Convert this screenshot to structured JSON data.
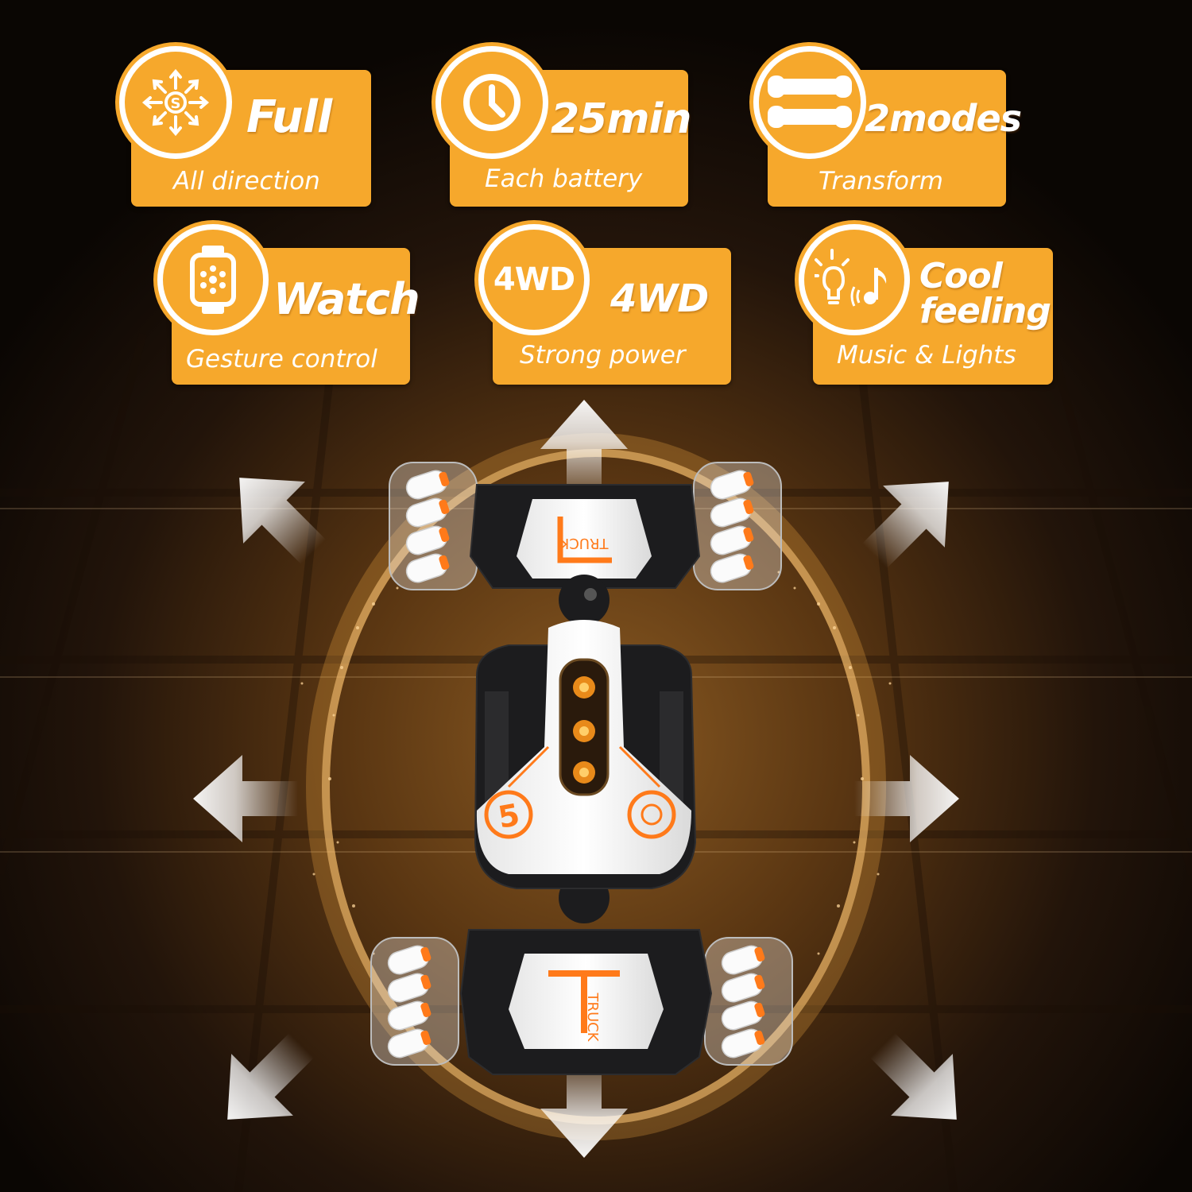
{
  "colors": {
    "badge_orange": "#f6a82c",
    "accent_orange": "#ff7a1a",
    "car_body_white": "#f4f4f4",
    "car_body_dark": "#1c1c1e",
    "background": "#0d0804",
    "glow": "#ffb347"
  },
  "features": [
    {
      "icon": "all-direction-icon",
      "title": "Full",
      "subtitle": "All direction"
    },
    {
      "icon": "clock-icon",
      "title": "25min",
      "subtitle": "Each battery"
    },
    {
      "icon": "transform-modes-icon",
      "title": "2modes",
      "subtitle": "Transform"
    },
    {
      "icon": "smartwatch-icon",
      "title": "Watch",
      "subtitle": "Gesture control"
    },
    {
      "icon_text": "4WD",
      "title": "4WD",
      "subtitle": "Strong power"
    },
    {
      "icon": "light-music-icon",
      "title_line1": "Cool",
      "title_line2": "feeling",
      "subtitle": "Music & Lights"
    }
  ],
  "product": {
    "image": "rc-stunt-car-top-view",
    "body_marking": "5"
  },
  "direction_arrows": [
    "up",
    "down",
    "left",
    "right",
    "up-left",
    "up-right",
    "down-left",
    "down-right"
  ]
}
